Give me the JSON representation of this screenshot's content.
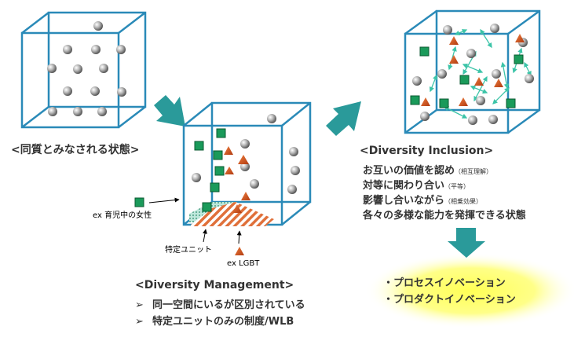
{
  "state1": {
    "title": "<同質とみなされる状態>"
  },
  "state2": {
    "title": "<Diversity Management>",
    "bullets": [
      "同一空間にいるが区別されている",
      "特定ユニットのみの制度/WLB"
    ],
    "bullet_marker": "➢",
    "annotations": {
      "women": "ex 育児中の女性",
      "unit": "特定ユニット",
      "lgbt": "ex LGBT"
    }
  },
  "state3": {
    "title": "<Diversity Inclusion>",
    "lines": [
      {
        "text": "お互いの価値を認め",
        "note": "（相互理解）"
      },
      {
        "text": "対等に関わり合い",
        "note": "（平等）"
      },
      {
        "text": "影響し合いながら",
        "note": "（相乗効果）"
      },
      {
        "text": "各々の多様な能力を発揮できる状態",
        "note": ""
      }
    ]
  },
  "outcome": {
    "items": [
      "・プロセスイノベーション",
      "・プロダクトイノベーション"
    ]
  },
  "colors": {
    "cube": "#2a8ab8",
    "arrow": "#2a9a9a",
    "triangle": "#c8501a",
    "square": "#1a9a5a",
    "glow": "#ffff66",
    "text": "#333333"
  }
}
